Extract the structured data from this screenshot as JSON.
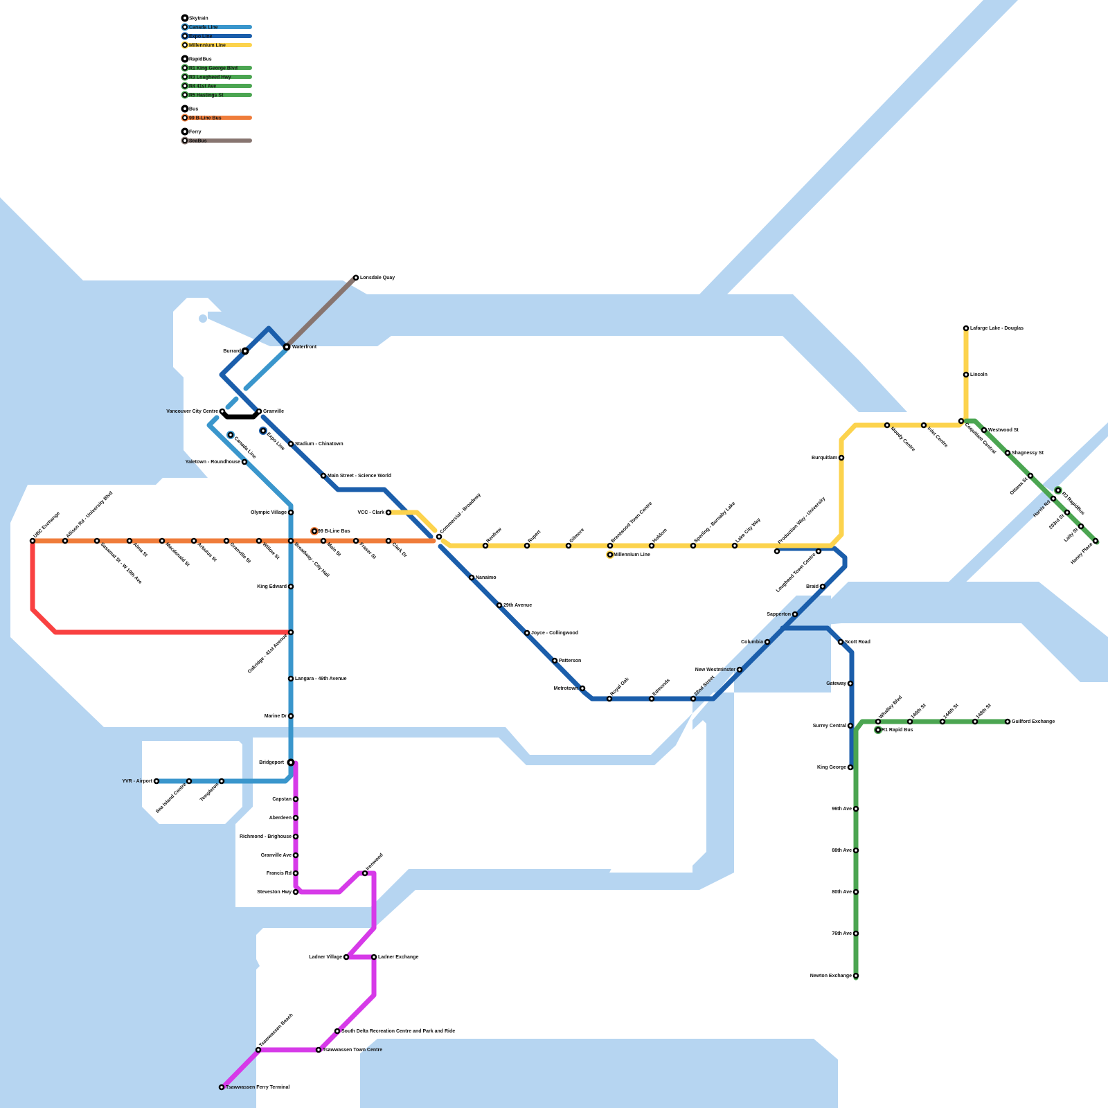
{
  "colors": {
    "water": "#b6d5f1",
    "land": "#ffffff",
    "canada": "#3a96cc",
    "expo": "#1b5eab",
    "millennium": "#fcd34d",
    "rapidbus": "#4ba551",
    "bline": "#ef7c3a",
    "seabus": "#877570",
    "r4": "#f94141",
    "purple": "#d63ae8",
    "downtown": "#000000"
  },
  "legend": [
    {
      "group": "Skytrain",
      "items": [
        {
          "label": "Canada Line",
          "color_key": "canada"
        },
        {
          "label": "Expo Line",
          "color_key": "expo"
        },
        {
          "label": "Millennium Line",
          "color_key": "millennium"
        }
      ]
    },
    {
      "group": "RapidBus",
      "items": [
        {
          "label": "R1 King George Blvd",
          "color_key": "rapidbus"
        },
        {
          "label": "R3 Lougheed Hwy",
          "color_key": "rapidbus"
        },
        {
          "label": "R4 41st Ave",
          "color_key": "rapidbus"
        },
        {
          "label": "R5 Hastings St",
          "color_key": "rapidbus"
        }
      ]
    },
    {
      "group": "Bus",
      "items": [
        {
          "label": "99 B-Line Bus",
          "color_key": "bline"
        }
      ]
    },
    {
      "group": "Ferry",
      "items": [
        {
          "label": "SeaBus",
          "color_key": "seabus"
        }
      ]
    }
  ],
  "line_markers": [
    {
      "label": "Canada Line",
      "color_key": "canada"
    },
    {
      "label": "Expo Line",
      "color_key": "expo"
    },
    {
      "label": "99 B-Line Bus",
      "color_key": "bline"
    },
    {
      "label": "Millennium Line",
      "color_key": "millennium"
    },
    {
      "label": "R3 RapidBus",
      "color_key": "rapidbus"
    },
    {
      "label": "R1 Rapid Bus",
      "color_key": "rapidbus"
    }
  ],
  "stations": {
    "downtown": [
      "Burrard",
      "Waterfront",
      "Vancouver City Centre",
      "Granville"
    ],
    "ferry": [
      "Lonsdale Quay"
    ],
    "canada_line": [
      "Yaletown - Roundhouse",
      "Olympic Village",
      "Broadway - City Hall",
      "King Edward",
      "Oakridge - 41st Avenue",
      "Langara - 49th Avenue",
      "Marine Dr",
      "Bridgeport",
      "Templeton",
      "Sea Island Centre",
      "YVR - Airport",
      "Capstan",
      "Aberdeen",
      "Richmond - Brighouse"
    ],
    "expo_line": [
      "Stadium - Chinatown",
      "Main Street - Science World",
      "Commercial - Broadway",
      "Nanaimo",
      "29th Avenue",
      "Joyce - Collingwood",
      "Patterson",
      "Metrotown",
      "Royal Oak",
      "Edmonds",
      "22nd Street",
      "New Westminster",
      "Columbia",
      "Sapperton",
      "Braid",
      "Lougheed Town Centre",
      "Production Way - University",
      "Scott Road",
      "Gateway",
      "Surrey Central",
      "King George"
    ],
    "millennium_line": [
      "VCC - Clark",
      "Renfrew",
      "Rupert",
      "Gilmore",
      "Brentwood Town Centre",
      "Holdom",
      "Sperling - Burnaby Lake",
      "Lake City Way",
      "Burquitlam",
      "Moody Centre",
      "Inlet Centre",
      "Coquitlam Central",
      "Lincoln",
      "Lafarge Lake - Douglas"
    ],
    "bline": [
      "UBC Exchange",
      "Allison Rd - University Blvd",
      "Sasamat St - W 10th Ave",
      "Alma St",
      "Macdonald St",
      "Arbutus St",
      "Granville St",
      "Willow St",
      "Main St",
      "Fraser St",
      "Clark Dr"
    ],
    "r3": [
      "Westwood St",
      "Shagnessy St",
      "Ottawa St",
      "Harris Rd",
      "203rd St",
      "Laity St",
      "Haney Place"
    ],
    "r1": [
      "Whalley Blvd",
      "140th St",
      "144th St",
      "148th St",
      "Guilford Exchange",
      "96th Ave",
      "88th Ave",
      "80th Ave",
      "76th Ave",
      "Newton Exchange"
    ],
    "south": [
      "Granville Ave",
      "Francis Rd",
      "Steveston Hwy",
      "Ironwood",
      "Ladner Village",
      "Ladner Exchange",
      "South Delta Recreation Centre and Park and Ride",
      "Tsawwassen Town Centre",
      "Tsawwassen Beach",
      "Tsawwassen Ferry Terminal"
    ]
  }
}
